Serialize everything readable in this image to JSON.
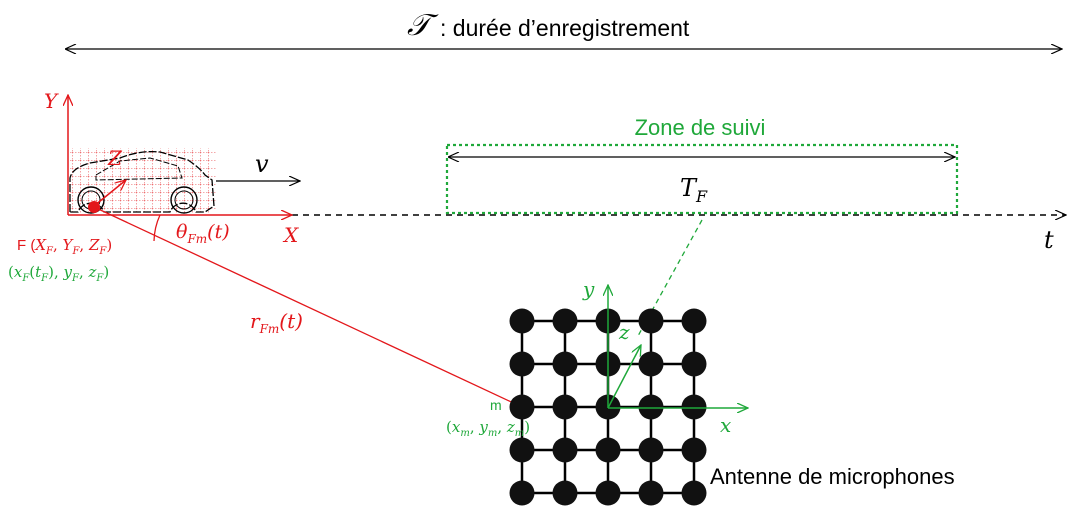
{
  "colors": {
    "black": "#000000",
    "red": "#e3171b",
    "green": "#1fa83a",
    "grid": "#e3171b"
  },
  "duration": {
    "symbol": "𝒯",
    "label": ": durée d’enregistrement"
  },
  "tracking_zone": {
    "title": "Zone de suivi",
    "tf_main": "T",
    "tf_sub": "F"
  },
  "time_axis": {
    "label": "t"
  },
  "velocity": {
    "label": "v"
  },
  "car_frame": {
    "y": "Y",
    "x": "X",
    "z": "Z"
  },
  "source_point": {
    "name": "F",
    "coords_red": [
      "X",
      "F",
      "Y",
      "F",
      "Z",
      "F"
    ],
    "coords_green": [
      "x",
      "F",
      "t",
      "F",
      "y",
      "F",
      "z",
      "F"
    ]
  },
  "angle": {
    "main": "θ",
    "sub": "Fm",
    "arg": "(t)"
  },
  "distance": {
    "main": "r",
    "sub": "Fm",
    "arg": "(t)"
  },
  "mic": {
    "name": "m",
    "coords": [
      "x",
      "m",
      "y",
      "m",
      "z",
      "m"
    ]
  },
  "array_axes": {
    "x": "x",
    "y": "y",
    "z": "z"
  },
  "array_label": "Antenne de microphones"
}
